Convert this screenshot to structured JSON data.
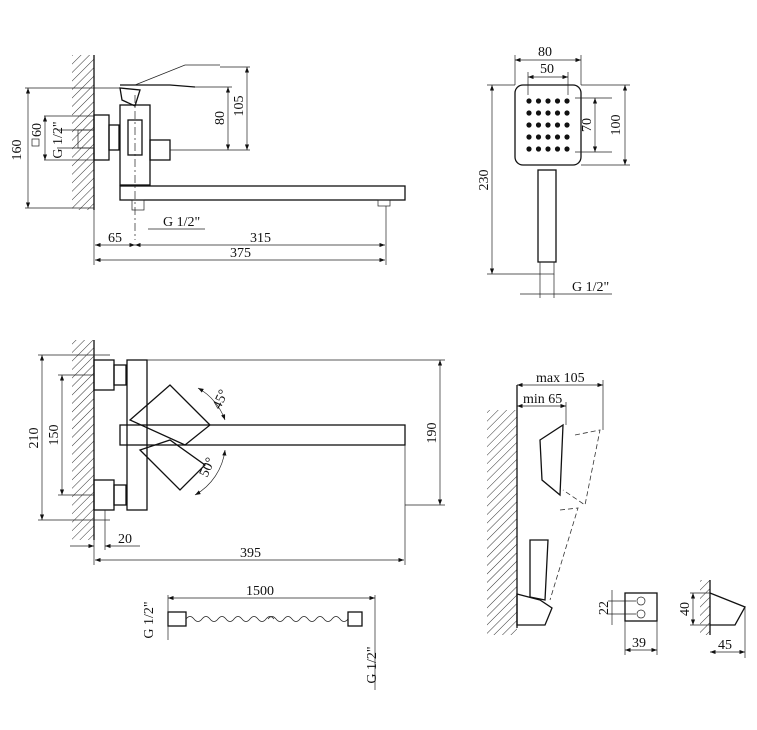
{
  "top_side_view": {
    "height_total": "160",
    "square_60": "60",
    "thread_inlet": "G 1/2\"",
    "height_80": "80",
    "height_105": "105",
    "thread_outlet": "G 1/2\"",
    "offset_65": "65",
    "spout_315": "315",
    "total_375": "375"
  },
  "hand_shower": {
    "width_80": "80",
    "width_50": "50",
    "height_70": "70",
    "height_100": "100",
    "length_230": "230",
    "thread": "G 1/2\""
  },
  "top_view": {
    "height_210": "210",
    "height_150": "150",
    "depth_190": "190",
    "angle_45": "45°",
    "angle_50": "50°",
    "offset_20": "20",
    "length_395": "395"
  },
  "hose": {
    "length": "1500",
    "thread_left": "G 1/2\"",
    "thread_right": "G 1/2\""
  },
  "holder": {
    "max_reach": "max 105",
    "min_reach": "min 65",
    "height_22": "22",
    "width_39": "39",
    "height_40": "40",
    "depth_45": "45"
  }
}
